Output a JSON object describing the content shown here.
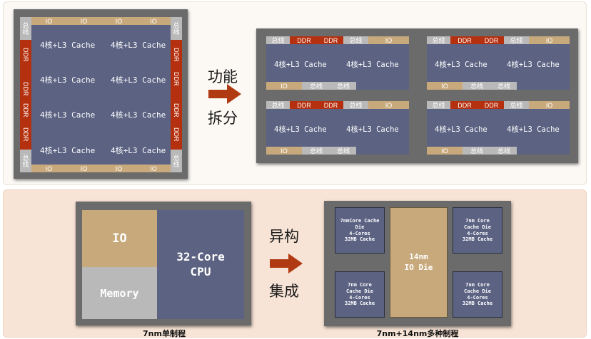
{
  "top": {
    "left_chip": {
      "top_labels": [
        "IO",
        "IO",
        "IO",
        "IO"
      ],
      "bottom_labels": [
        "IO",
        "IO",
        "IO",
        "IO"
      ],
      "corner_label": "总线",
      "side_ddr": "DDR",
      "core_label": "4核+L3 Cache"
    },
    "arrow_text": [
      "功能",
      "拆分"
    ],
    "split_chips": {
      "top_row": [
        "总线",
        "DDR",
        "DDR",
        "总线",
        "IO"
      ],
      "bottom_row": [
        "IO",
        "总线",
        "总线"
      ],
      "core_label": "4核+L3 Cache"
    }
  },
  "bottom": {
    "mono": {
      "io_label": "IO",
      "memory_label": "Memory",
      "cpu_label": "32-Core\nCPU",
      "caption": "7nm单制程"
    },
    "arrow_text": [
      "异构",
      "集成"
    ],
    "chiplet": {
      "die_top_left": "7nmCore Cache\nDie\n4-Cores\n32MB Cache",
      "die_std": "7nm Core\nCache Die\n4-Cores\n32MB Cache",
      "io_die": "14nm\nIO Die",
      "caption": "7nm+14nm多种制程"
    }
  },
  "colors": {
    "io": "#c8a97c",
    "bus": "#b9b9b9",
    "ddr": "#b5300f",
    "core": "#5b6282",
    "frame": "#6b6b6b",
    "arrow": "#b03a12"
  }
}
